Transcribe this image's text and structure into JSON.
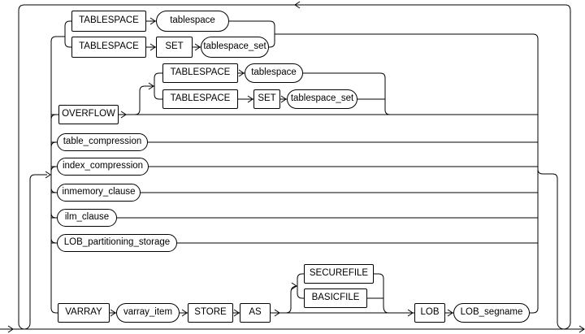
{
  "diagram": {
    "kind": "railroad-syntax-diagram",
    "background_color": "#ffffff",
    "line_color": "#000000",
    "nodes": {
      "r1_tablespace": {
        "label": "TABLESPACE",
        "kind": "keyword"
      },
      "r1_tablespace_name": {
        "label": "tablespace",
        "kind": "operand"
      },
      "r2_tablespace": {
        "label": "TABLESPACE",
        "kind": "keyword"
      },
      "r2_set": {
        "label": "SET",
        "kind": "keyword"
      },
      "r2_tablespace_set": {
        "label": "tablespace_set",
        "kind": "operand"
      },
      "overflow": {
        "label": "OVERFLOW",
        "kind": "keyword"
      },
      "ovf_tablespace": {
        "label": "TABLESPACE",
        "kind": "keyword"
      },
      "ovf_tablespace_name": {
        "label": "tablespace",
        "kind": "operand"
      },
      "ovf_tablespace2": {
        "label": "TABLESPACE",
        "kind": "keyword"
      },
      "ovf_set": {
        "label": "SET",
        "kind": "keyword"
      },
      "ovf_tablespace_set": {
        "label": "tablespace_set",
        "kind": "operand"
      },
      "table_compression": {
        "label": "table_compression",
        "kind": "operand"
      },
      "index_compression": {
        "label": "index_compression",
        "kind": "operand"
      },
      "inmemory_clause": {
        "label": "inmemory_clause",
        "kind": "operand"
      },
      "ilm_clause": {
        "label": "ilm_clause",
        "kind": "operand"
      },
      "lob_partitioning_storage": {
        "label": "LOB_partitioning_storage",
        "kind": "operand"
      },
      "varray": {
        "label": "VARRAY",
        "kind": "keyword"
      },
      "varray_item": {
        "label": "varray_item",
        "kind": "operand"
      },
      "store": {
        "label": "STORE",
        "kind": "keyword"
      },
      "as_kw": {
        "label": "AS",
        "kind": "keyword"
      },
      "securefile": {
        "label": "SECUREFILE",
        "kind": "keyword"
      },
      "basicfile": {
        "label": "BASICFILE",
        "kind": "keyword"
      },
      "lob": {
        "label": "LOB",
        "kind": "keyword"
      },
      "lob_segname": {
        "label": "LOB_segname",
        "kind": "operand"
      }
    }
  }
}
